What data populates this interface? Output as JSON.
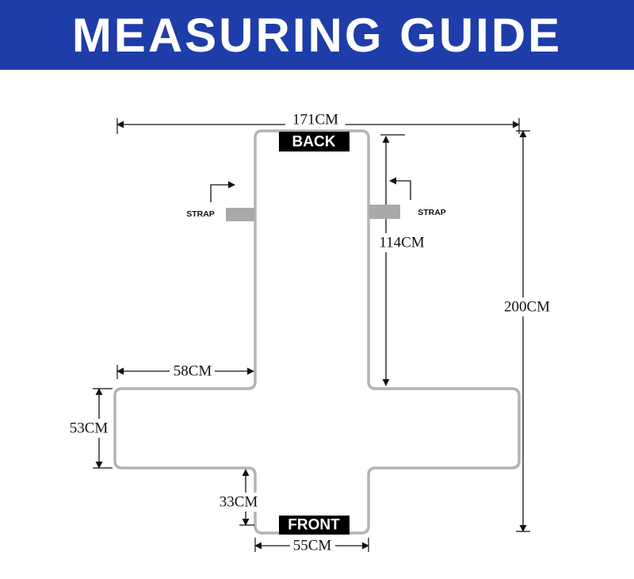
{
  "header": {
    "title": "MEASURING GUIDE"
  },
  "colors": {
    "header_bg": "#1e3da8",
    "header_text": "#ffffff",
    "outline": "#b3b3b3",
    "strap_fill": "#a9a9a9",
    "label_bg": "#000000",
    "label_text": "#ffffff",
    "dimension": "#111111"
  },
  "diagram": {
    "back_label": "BACK",
    "front_label": "FRONT",
    "strap_left_label": "STRAP",
    "strap_right_label": "STRAP",
    "dim_total_width": "171CM",
    "dim_total_height": "200CM",
    "dim_back_height": "114CM",
    "dim_armrest_width": "58CM",
    "dim_side_height": "53CM",
    "dim_front_skirt_height": "33CM",
    "dim_front_width": "55CM"
  }
}
